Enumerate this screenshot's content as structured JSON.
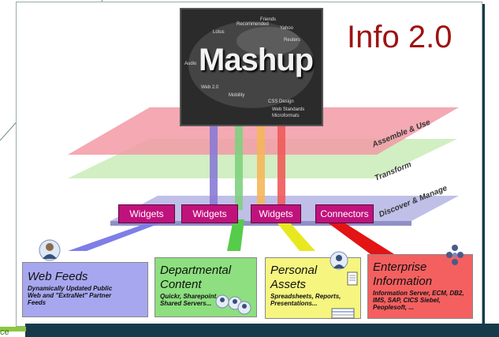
{
  "title": "Info 2.0",
  "mashup": {
    "label": "Mashup",
    "cloud_words": [
      "Recommended",
      "Yahoo",
      "Lotus",
      "Friends",
      "Reuters",
      "Audio",
      "Web Standards",
      "Microformats",
      "CSS Design",
      "Web 2.0",
      "Mobility"
    ]
  },
  "layers": {
    "assemble": "Assemble & Use",
    "transform": "Transform",
    "discover": "Discover & Manage"
  },
  "widgets": [
    "Widgets",
    "Widgets",
    "Widgets",
    "Connectors"
  ],
  "sources": {
    "web_feeds": {
      "title": "Web Feeds",
      "sub": "Dynamically Updated Public Web and \"ExtraNet\" Partner Feeds"
    },
    "departmental": {
      "title1": "Departmental",
      "title2": "Content",
      "sub": "Quickr, Sharepoint, Shared Servers..."
    },
    "personal": {
      "title1": "Personal",
      "title2": "Assets",
      "sub": "Spreadsheets, Reports, Presentations..."
    },
    "enterprise": {
      "title1": "Enterprise",
      "title2": "Information",
      "sub": "Information Server, ECM, DB2, IMS, SAP, CICS Siebel, Peoplesoft, ..."
    }
  },
  "corner_text": "ce",
  "colors": {
    "title": "#9e1212",
    "widget": "#c0127c",
    "assemble_layer": "#f29aa6",
    "transform_layer": "#c9ecb7",
    "discover_layer": "#b8b8e6",
    "web_feeds_box": "#a7a7f0",
    "departmental_box": "#8ddf7f",
    "personal_box": "#f5f580",
    "enterprise_box": "#f46060"
  }
}
